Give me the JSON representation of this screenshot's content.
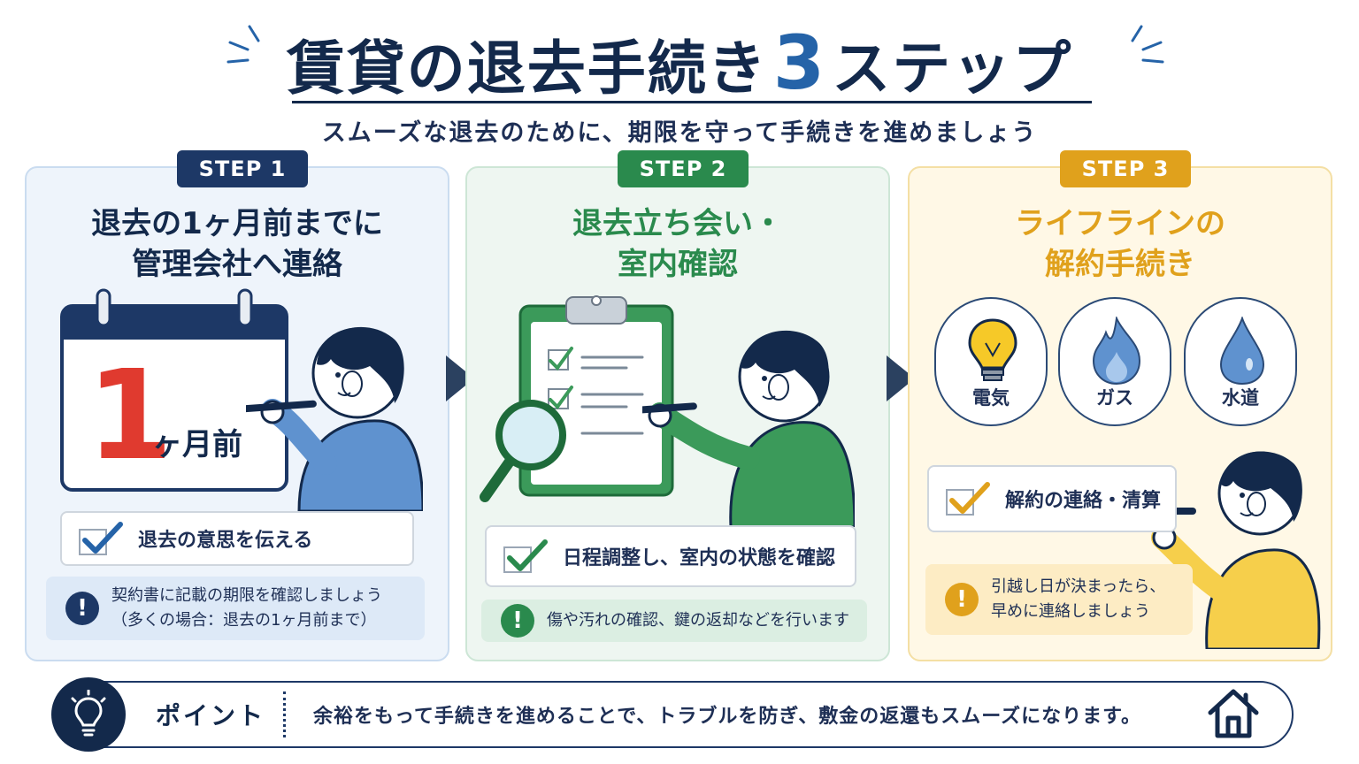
{
  "header": {
    "title_main": "賃貸の退去手続き",
    "title_number": "3",
    "title_suffix": "ステップ",
    "subtitle": "スムーズな退去のために、期限を守って手続きを進めましょう"
  },
  "steps": [
    {
      "badge": "STEP 1",
      "heading_line1": "退去の1ヶ月前までに",
      "heading_line2": "管理会社へ連絡",
      "calendar_number": "1",
      "calendar_unit": "ヶ月前",
      "check": "退去の意思を伝える",
      "note_line1": "契約書に記載の期限を確認しましょう",
      "note_line2": "（多くの場合：退去の1ヶ月前まで）",
      "accent": "#1d3866"
    },
    {
      "badge": "STEP 2",
      "heading_line1": "退去立ち会い・",
      "heading_line2": "室内確認",
      "check": "日程調整し、室内の状態を確認",
      "note": "傷や汚れの確認、鍵の返却などを行います",
      "accent": "#2a8a4d"
    },
    {
      "badge": "STEP 3",
      "heading_line1": "ライフラインの",
      "heading_line2": "解約手続き",
      "utilities": [
        {
          "label": "電気",
          "icon": "lightbulb-icon"
        },
        {
          "label": "ガス",
          "icon": "gas-flame-icon"
        },
        {
          "label": "水道",
          "icon": "water-drop-icon"
        }
      ],
      "check": "解約の連絡・清算",
      "note_line1": "引越し日が決まったら、",
      "note_line2": "早めに連絡しましょう",
      "accent": "#e0a11c"
    }
  ],
  "point": {
    "label": "ポイント",
    "text": "余裕をもって手続きを進めることで、トラブルを防ぎ、敷金の返還もスムーズになります。",
    "icon": "lightbulb-icon",
    "end_icon": "house-icon"
  }
}
